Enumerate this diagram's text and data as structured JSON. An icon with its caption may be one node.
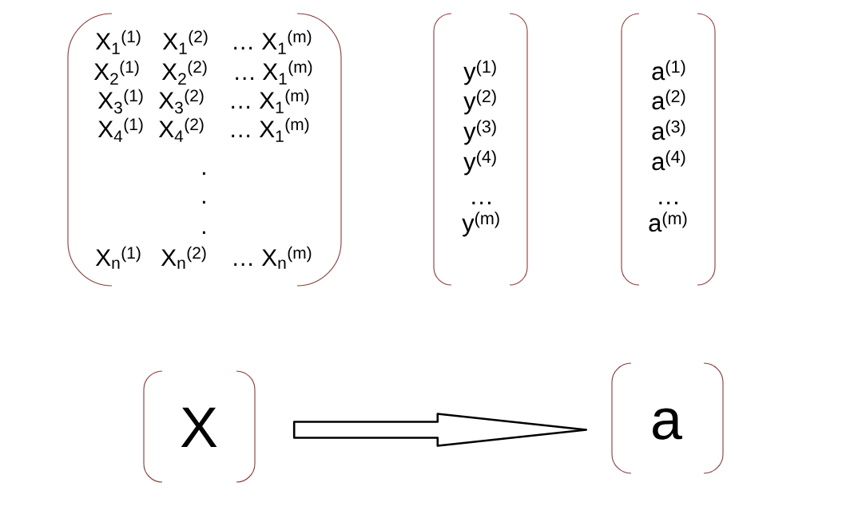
{
  "diagram": {
    "nodes": [
      {
        "text": [
          "X$_{1}$$^{(1)}$",
          "X$_{1}$$^{(2)}$",
          "…",
          "X$_{1}$$^{(m)}$",
          "X$_{2}$$^{(1)}$",
          "X$_{2}$$^{(2)}$",
          "…",
          "X$_{1}$$^{(m)}$",
          "X$_{3}$$^{(1)}$",
          "X$_{3}$$^{(2)}$",
          "…",
          "X$_{1}$$^{(m)}$",
          "X$_{4}$$^{(1)}$",
          "X$_{4}$$^{(2)}$",
          "…",
          "X$_{1}$$^{(m)}$",
          ".",
          ".",
          ".",
          "X$_{n}$$^{(1)}$",
          "X$_{n}$$^{(2)}$",
          "…",
          "X$_{n}$$^{(m)}$"
        ]
      },
      {
        "text": [
          "y$^{(1)}$",
          "y$^{(2)}$",
          "y$^{(3)}$",
          "y$^{(4)}$",
          "…",
          "y$^{(m)}$"
        ]
      },
      {
        "text": [
          "a$^{(1)}$",
          "a$^{(2)}$",
          "a$^{(3)}$",
          "a$^{(4)}$",
          "…",
          "a$^{(m)}$"
        ]
      },
      {
        "text": [
          "X"
        ]
      },
      {
        "text": [
          "a"
        ]
      }
    ],
    "edges": [
      {
        "from": 3,
        "to": 4,
        "arrow": "to"
      }
    ]
  }
}
